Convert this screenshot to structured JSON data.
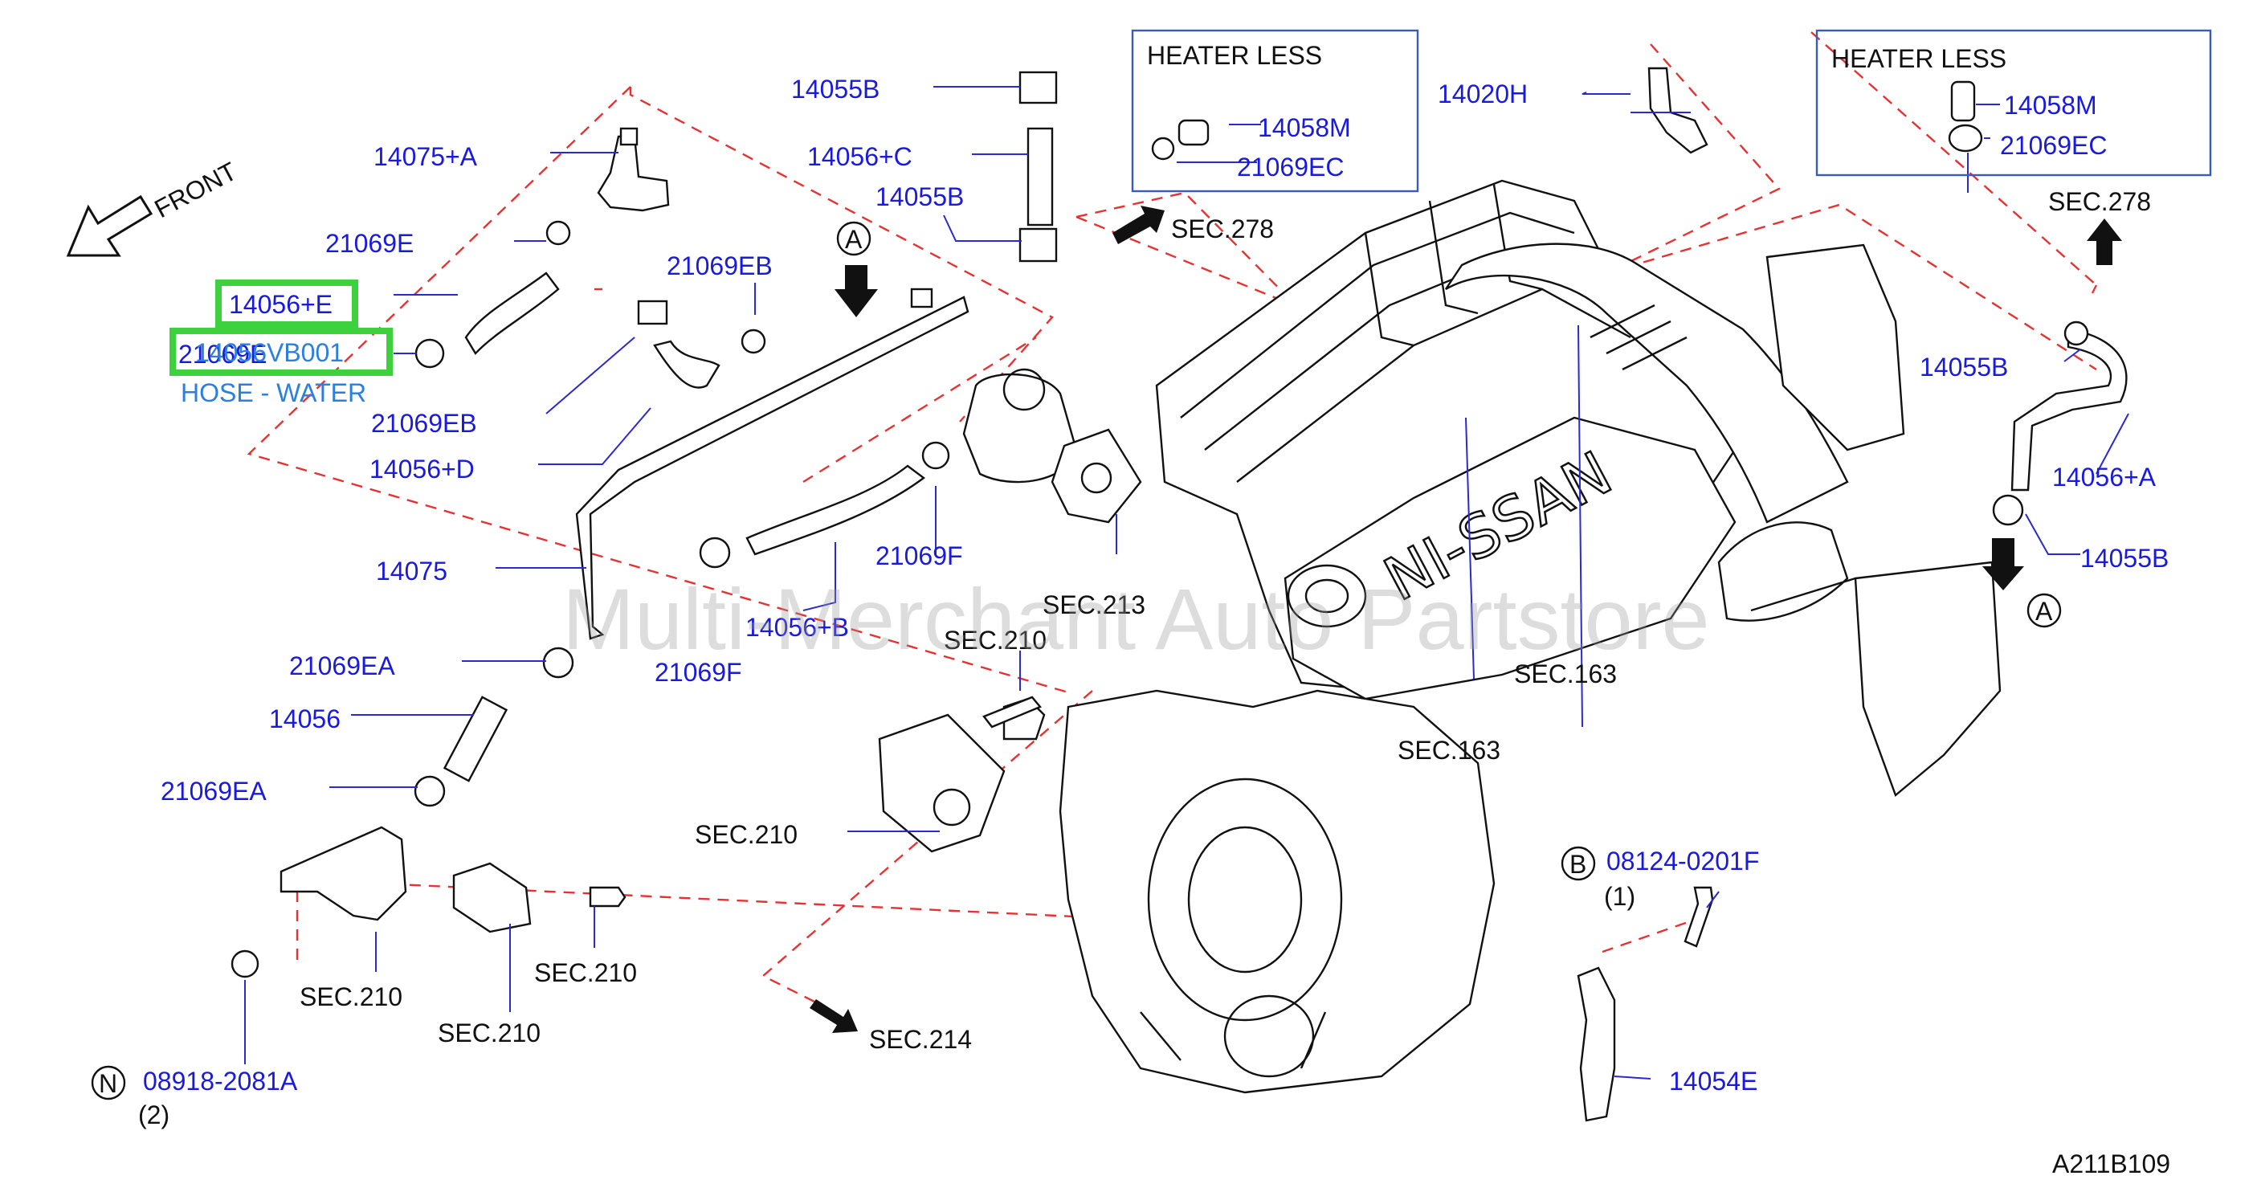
{
  "front_label": "FRONT",
  "diagram_code": "A211B109",
  "watermark": "Multi-Merchant Auto Partstore",
  "engine_brand": "NI-SSAN",
  "highlight": {
    "part_number": "14056VB001",
    "name": "HOSE - WATER"
  },
  "heater_boxes": [
    {
      "title": "HEATER  LESS",
      "parts": [
        "14058M",
        "21069EC"
      ]
    },
    {
      "title": "HEATER  LESS",
      "parts": [
        "14058M",
        "21069EC"
      ]
    }
  ],
  "callouts": {
    "A": "A",
    "B": "B",
    "N": "N"
  },
  "labels": {
    "p14055B_top": "14055B",
    "p14056C": "14056+C",
    "p14055B_mid": "14055B",
    "p14075A": "14075+A",
    "p21069E": "21069E",
    "p14056E": "14056+E",
    "p21069E_over": "21069E",
    "p21069EB_top": "21069EB",
    "p21069EB_low": "21069EB",
    "p14056D": "14056+D",
    "p14075": "14075",
    "p14056B": "14056+B",
    "p21069F_a": "21069F",
    "p21069F_b": "21069F",
    "p21069EA_a": "21069EA",
    "p14056": "14056",
    "p21069EA_b": "21069EA",
    "p14020H": "14020H",
    "p14055B_right": "14055B",
    "p14056A": "14056+A",
    "p14055B_right2": "14055B",
    "p08124": "08124-0201F",
    "p08124_qty": "(1)",
    "p08918": "08918-2081A",
    "p08918_qty": "(2)",
    "p14054E": "14054E"
  },
  "sections": {
    "s278a": "SEC.278",
    "s278b": "SEC.278",
    "s213": "SEC.213",
    "s210a": "SEC.210",
    "s210b": "SEC.210",
    "s210c": "SEC.210",
    "s210d": "SEC.210",
    "s210e": "SEC.210",
    "s163a": "SEC.163",
    "s163b": "SEC.163",
    "s214": "SEC.214"
  },
  "colors": {
    "label": "#1a1adc",
    "highlight": "#3ed13e",
    "dashed": "#e53333",
    "box": "#3a5bb8",
    "highlight_name": "#2a7fe0"
  }
}
